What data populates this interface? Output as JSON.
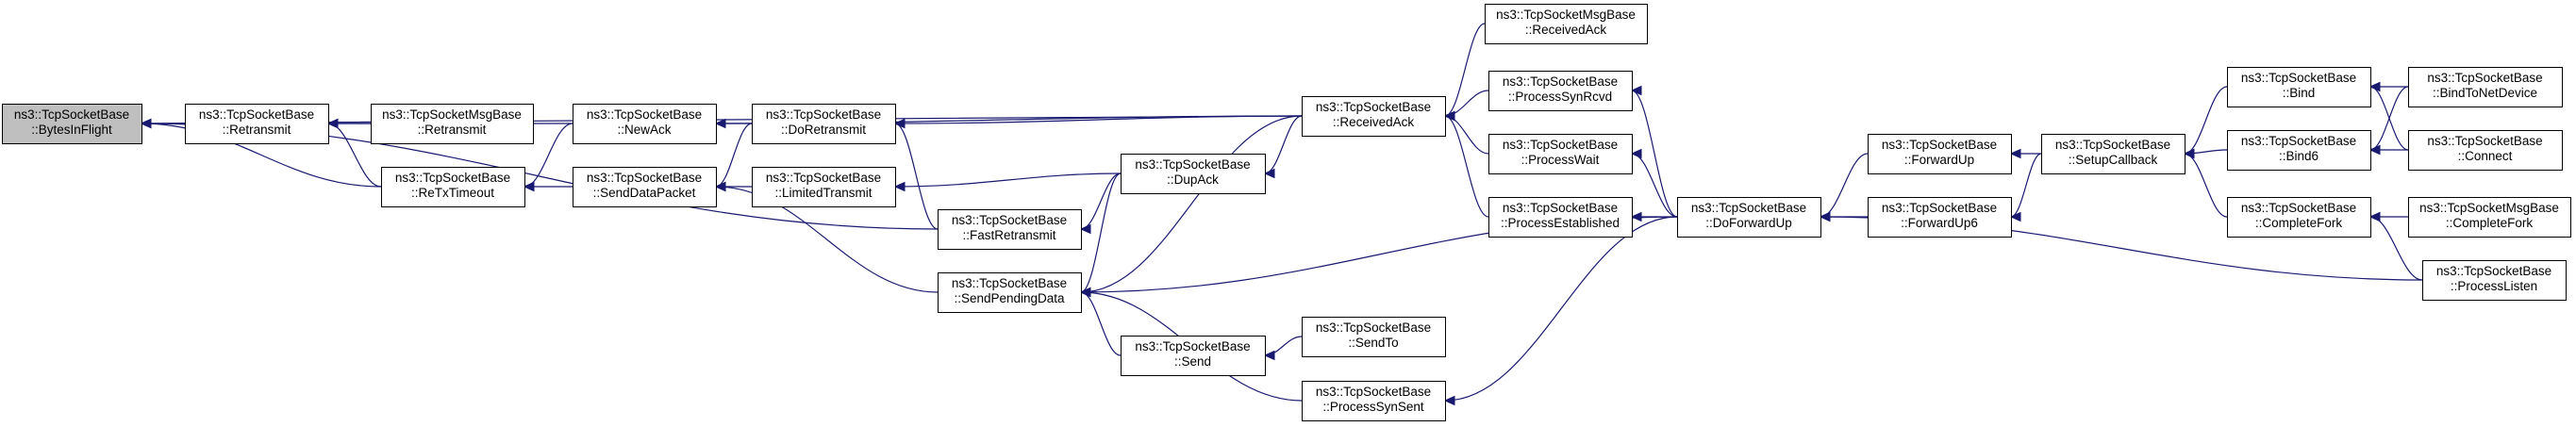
{
  "graph": {
    "nodes": [
      {
        "id": "bytesinflight",
        "lines": [
          "ns3::TcpSocketBase",
          "::BytesInFlight"
        ],
        "root": true
      },
      {
        "id": "retransmit",
        "lines": [
          "ns3::TcpSocketBase",
          "::Retransmit"
        ]
      },
      {
        "id": "msg_retransmit",
        "lines": [
          "ns3::TcpSocketMsgBase",
          "::Retransmit"
        ]
      },
      {
        "id": "retxtimeout",
        "lines": [
          "ns3::TcpSocketBase",
          "::ReTxTimeout"
        ]
      },
      {
        "id": "newack",
        "lines": [
          "ns3::TcpSocketBase",
          "::NewAck"
        ]
      },
      {
        "id": "senddatapacket",
        "lines": [
          "ns3::TcpSocketBase",
          "::SendDataPacket"
        ]
      },
      {
        "id": "doretransmit",
        "lines": [
          "ns3::TcpSocketBase",
          "::DoRetransmit"
        ]
      },
      {
        "id": "limitedtransmit",
        "lines": [
          "ns3::TcpSocketBase",
          "::LimitedTransmit"
        ]
      },
      {
        "id": "fastretransmit",
        "lines": [
          "ns3::TcpSocketBase",
          "::FastRetransmit"
        ]
      },
      {
        "id": "sendpendingdata",
        "lines": [
          "ns3::TcpSocketBase",
          "::SendPendingData"
        ]
      },
      {
        "id": "dupack",
        "lines": [
          "ns3::TcpSocketBase",
          "::DupAck"
        ]
      },
      {
        "id": "send",
        "lines": [
          "ns3::TcpSocketBase",
          "::Send"
        ]
      },
      {
        "id": "receivedack",
        "lines": [
          "ns3::TcpSocketBase",
          "::ReceivedAck"
        ]
      },
      {
        "id": "sendto",
        "lines": [
          "ns3::TcpSocketBase",
          "::SendTo"
        ]
      },
      {
        "id": "processsynsent",
        "lines": [
          "ns3::TcpSocketBase",
          "::ProcessSynSent"
        ]
      },
      {
        "id": "msg_receivedack",
        "lines": [
          "ns3::TcpSocketMsgBase",
          "::ReceivedAck"
        ]
      },
      {
        "id": "processsynrcvd",
        "lines": [
          "ns3::TcpSocketBase",
          "::ProcessSynRcvd"
        ]
      },
      {
        "id": "processwait",
        "lines": [
          "ns3::TcpSocketBase",
          "::ProcessWait"
        ]
      },
      {
        "id": "processestablished",
        "lines": [
          "ns3::TcpSocketBase",
          "::ProcessEstablished"
        ]
      },
      {
        "id": "doforwardup",
        "lines": [
          "ns3::TcpSocketBase",
          "::DoForwardUp"
        ]
      },
      {
        "id": "forwardup",
        "lines": [
          "ns3::TcpSocketBase",
          "::ForwardUp"
        ]
      },
      {
        "id": "forwardup6",
        "lines": [
          "ns3::TcpSocketBase",
          "::ForwardUp6"
        ]
      },
      {
        "id": "setupcallback",
        "lines": [
          "ns3::TcpSocketBase",
          "::SetupCallback"
        ]
      },
      {
        "id": "bind",
        "lines": [
          "ns3::TcpSocketBase",
          "::Bind"
        ]
      },
      {
        "id": "bind6",
        "lines": [
          "ns3::TcpSocketBase",
          "::Bind6"
        ]
      },
      {
        "id": "completefork",
        "lines": [
          "ns3::TcpSocketBase",
          "::CompleteFork"
        ]
      },
      {
        "id": "bindtonetdevice",
        "lines": [
          "ns3::TcpSocketBase",
          "::BindToNetDevice"
        ]
      },
      {
        "id": "connect",
        "lines": [
          "ns3::TcpSocketBase",
          "::Connect"
        ]
      },
      {
        "id": "msg_completefork",
        "lines": [
          "ns3::TcpSocketMsgBase",
          "::CompleteFork"
        ]
      },
      {
        "id": "processlisten",
        "lines": [
          "ns3::TcpSocketBase",
          "::ProcessListen"
        ]
      }
    ],
    "edges": [
      {
        "from": "retransmit",
        "to": "bytesinflight"
      },
      {
        "from": "retxtimeout",
        "to": "bytesinflight"
      },
      {
        "from": "receivedack",
        "to": "bytesinflight"
      },
      {
        "from": "fastretransmit",
        "to": "bytesinflight"
      },
      {
        "from": "msg_retransmit",
        "to": "retransmit"
      },
      {
        "from": "retxtimeout",
        "to": "retransmit"
      },
      {
        "from": "doretransmit",
        "to": "retransmit"
      },
      {
        "from": "newack",
        "to": "retxtimeout"
      },
      {
        "from": "senddatapacket",
        "to": "retxtimeout"
      },
      {
        "from": "receivedack",
        "to": "newack"
      },
      {
        "from": "doretransmit",
        "to": "senddatapacket"
      },
      {
        "from": "limitedtransmit",
        "to": "senddatapacket"
      },
      {
        "from": "sendpendingdata",
        "to": "senddatapacket"
      },
      {
        "from": "receivedack",
        "to": "doretransmit"
      },
      {
        "from": "fastretransmit",
        "to": "doretransmit"
      },
      {
        "from": "dupack",
        "to": "limitedtransmit"
      },
      {
        "from": "dupack",
        "to": "fastretransmit"
      },
      {
        "from": "dupack",
        "to": "sendpendingdata"
      },
      {
        "from": "receivedack",
        "to": "sendpendingdata"
      },
      {
        "from": "send",
        "to": "sendpendingdata"
      },
      {
        "from": "processsynsent",
        "to": "sendpendingdata"
      },
      {
        "from": "doforwardup",
        "to": "sendpendingdata"
      },
      {
        "from": "receivedack",
        "to": "dupack"
      },
      {
        "from": "sendto",
        "to": "send"
      },
      {
        "from": "doforwardup",
        "to": "processsynsent"
      },
      {
        "from": "msg_receivedack",
        "to": "receivedack"
      },
      {
        "from": "processsynrcvd",
        "to": "receivedack"
      },
      {
        "from": "processwait",
        "to": "receivedack"
      },
      {
        "from": "processestablished",
        "to": "receivedack"
      },
      {
        "from": "doforwardup",
        "to": "processsynrcvd"
      },
      {
        "from": "doforwardup",
        "to": "processwait"
      },
      {
        "from": "doforwardup",
        "to": "processestablished"
      },
      {
        "from": "forwardup",
        "to": "doforwardup"
      },
      {
        "from": "forwardup6",
        "to": "doforwardup"
      },
      {
        "from": "processlisten",
        "to": "doforwardup"
      },
      {
        "from": "setupcallback",
        "to": "forwardup"
      },
      {
        "from": "setupcallback",
        "to": "forwardup6"
      },
      {
        "from": "bind",
        "to": "setupcallback"
      },
      {
        "from": "bind6",
        "to": "setupcallback"
      },
      {
        "from": "completefork",
        "to": "setupcallback"
      },
      {
        "from": "bindtonetdevice",
        "to": "bind"
      },
      {
        "from": "connect",
        "to": "bind"
      },
      {
        "from": "bindtonetdevice",
        "to": "bind6"
      },
      {
        "from": "connect",
        "to": "bind6"
      },
      {
        "from": "msg_completefork",
        "to": "completefork"
      },
      {
        "from": "processlisten",
        "to": "completefork"
      }
    ]
  }
}
